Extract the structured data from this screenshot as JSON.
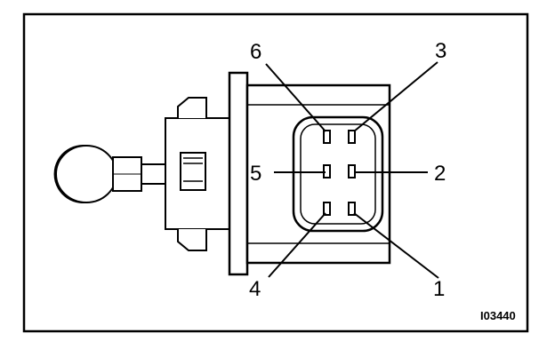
{
  "diagram": {
    "pins": [
      {
        "number": "6"
      },
      {
        "number": "3"
      },
      {
        "number": "5"
      },
      {
        "number": "2"
      },
      {
        "number": "4"
      },
      {
        "number": "1"
      }
    ],
    "reference_code": "I03440"
  }
}
